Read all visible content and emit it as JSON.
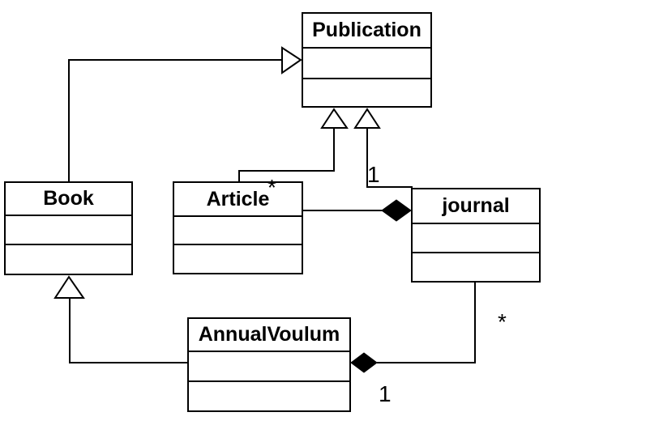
{
  "classes": {
    "publication": {
      "name": "Publication"
    },
    "book": {
      "name": "Book"
    },
    "article": {
      "name": "Article"
    },
    "journal": {
      "name": "journal"
    },
    "annual_voulum": {
      "name": "AnnualVoulum"
    }
  },
  "multiplicities": {
    "article_part_end": "*",
    "journal_whole_end": "1",
    "journal_part_end": "*",
    "annual_whole_end": "1"
  },
  "relationships": [
    {
      "type": "generalization",
      "from": "Book",
      "to": "Publication"
    },
    {
      "type": "generalization",
      "from": "Article",
      "to": "Publication"
    },
    {
      "type": "generalization",
      "from": "journal",
      "to": "Publication"
    },
    {
      "type": "generalization",
      "from": "AnnualVoulum",
      "to": "Book"
    },
    {
      "type": "composition",
      "whole": "journal",
      "part": "Article",
      "whole_multiplicity": "1",
      "part_multiplicity": "*"
    },
    {
      "type": "composition",
      "whole": "AnnualVoulum",
      "part": "journal",
      "whole_multiplicity": "1",
      "part_multiplicity": "*"
    }
  ],
  "colors": {
    "background": "#ffffff",
    "line": "#000000",
    "shape_fill": "#ffffff",
    "text": "#000000"
  }
}
